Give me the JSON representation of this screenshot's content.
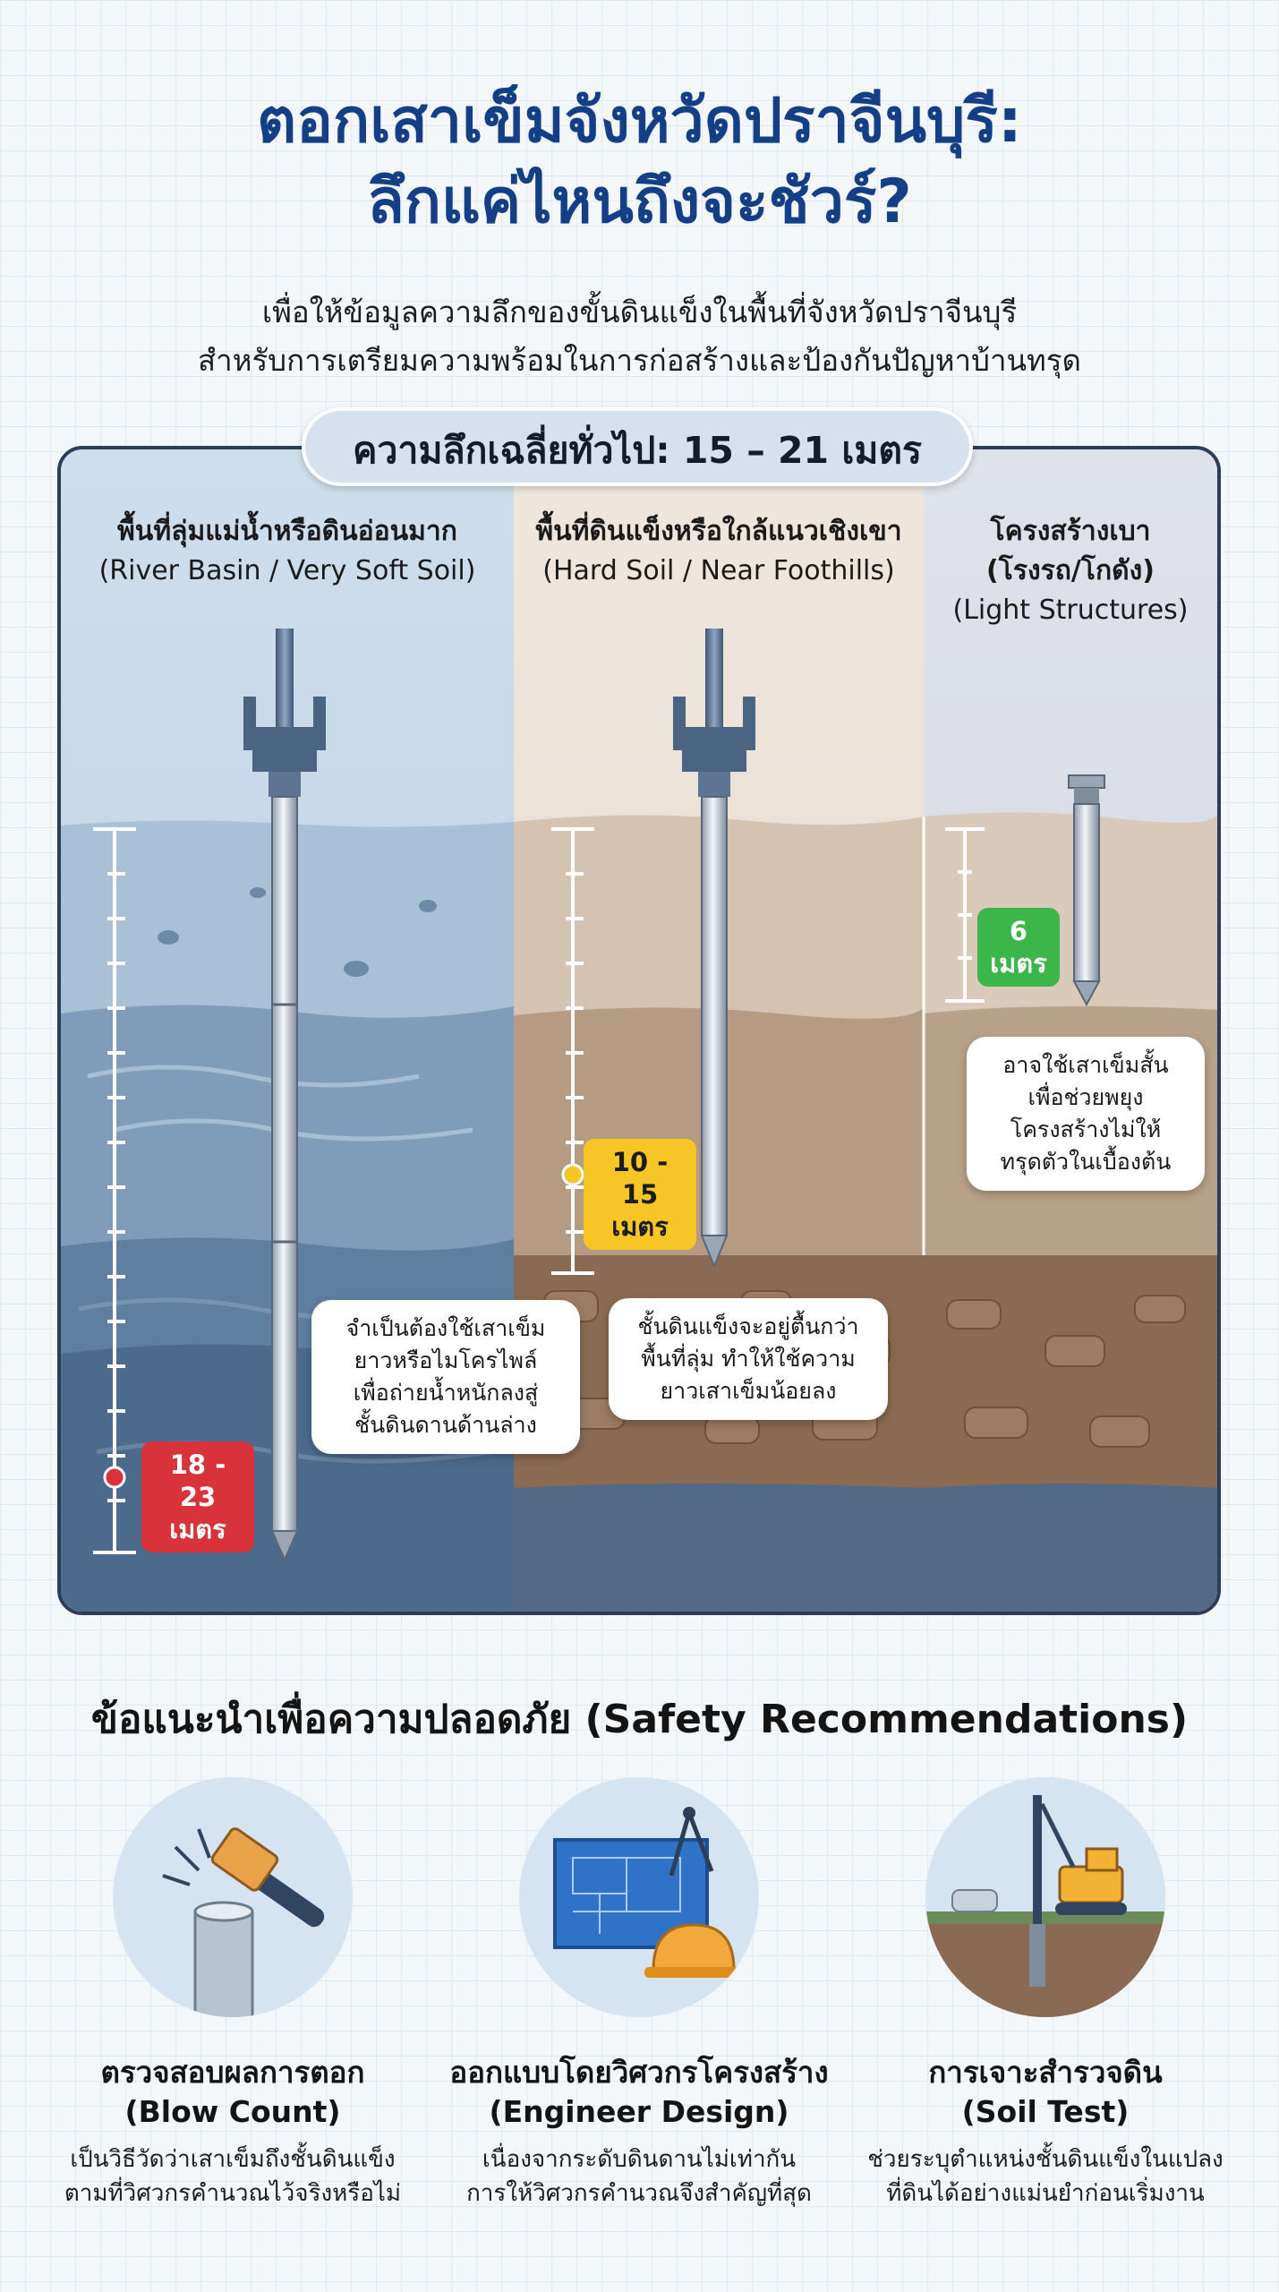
{
  "header": {
    "title_line1": "ตอกเสาเข็มจังหวัดปราจีนบุรี:",
    "title_line2": "ลึกแค่ไหนถึงจะชัวร์?",
    "subtitle_line1": "เพื่อให้ข้อมูลความลึกของขั้นดินแข็งในพื้นที่จังหวัดปราจีนบุรี",
    "subtitle_line2": "สำหรับการเตรียมความพร้อมในการก่อสร้างและป้องกันปัญหาบ้านทรุด"
  },
  "depth_summary": "ความลึกเฉลี่ยทั่วไป: 15 – 21 เมตร",
  "columns": [
    {
      "title_th": "พื้นที่ลุ่มแม่น้ำหรือดินอ่อนมาก",
      "title_en": "(River Basin / Very Soft Soil)",
      "badge_line1": "18 - 23",
      "badge_line2": "เมตร",
      "badge_color": "#d8333a",
      "callout": [
        "จำเป็นต้องใช้เสาเข็ม",
        "ยาวหรือไมโครไพล์",
        "เพื่อถ่ายน้ำหนักลงสู่",
        "ชั้นดินดานด้านล่าง"
      ]
    },
    {
      "title_th": "พื้นที่ดินแข็งหรือใกล้แนวเชิงเขา",
      "title_en": "(Hard Soil / Near Foothills)",
      "badge_line1": "10 - 15",
      "badge_line2": "เมตร",
      "badge_color": "#f6c626",
      "callout": [
        "ชั้นดินแข็งจะอยู่ตื้นกว่า",
        "พื้นที่ลุ่ม ทำให้ใช้ความ",
        "ยาวเสาเข็มน้อยลง"
      ]
    },
    {
      "title_th_line1": "โครงสร้างเบา",
      "title_th_line2": "(โรงรถ/โกดัง)",
      "title_en": "(Light Structures)",
      "badge_line1": "6",
      "badge_line2": "เมตร",
      "badge_color": "#3cb54a",
      "callout": [
        "อาจใช้เสาเข็มสั้น",
        "เพื่อช่วยพยุง",
        "โครงสร้างไม่ให้",
        "ทรุดตัวในเบื้องต้น"
      ]
    }
  ],
  "recommendations": {
    "title": "ข้อแนะนำเพื่อความปลอดภัย (Safety Recommendations)",
    "items": [
      {
        "icon": "hammer-icon",
        "heading_th": "ตรวจสอบผลการตอก",
        "heading_en": "(Blow Count)",
        "desc_line1": "เป็นวิธีวัดว่าเสาเข็มถึงชั้นดินแข็ง",
        "desc_line2": "ตามที่วิศวกรคำนวณไว้จริงหรือไม่"
      },
      {
        "icon": "blueprint-icon",
        "heading_th": "ออกแบบโดยวิศวกรโครงสร้าง",
        "heading_en": "(Engineer Design)",
        "desc_line1": "เนื่องจากระดับดินดานไม่เท่ากัน",
        "desc_line2": "การให้วิศวกรคำนวณจึงสำคัญที่สุด"
      },
      {
        "icon": "drill-rig-icon",
        "heading_th": "การเจาะสำรวจดิน",
        "heading_en": "(Soil Test)",
        "desc_line1": "ช่วยระบุตำแหน่งชั้นดินแข็งในแปลง",
        "desc_line2": "ที่ดินได้อย่างแม่นยำก่อนเริ่มงาน"
      }
    ]
  },
  "colors": {
    "title_blue": "#143f86",
    "panel_border": "#2d3d55",
    "soft_soil_blue": "#5e7fa0",
    "hard_soil_brown": "#8a6a52"
  }
}
